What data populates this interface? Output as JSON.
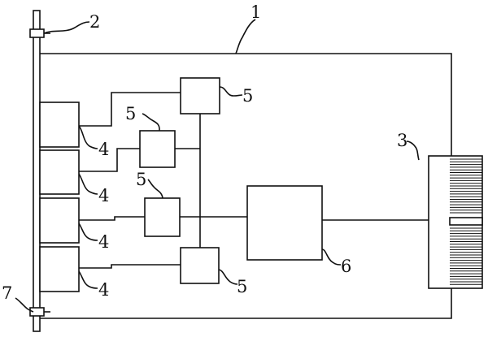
{
  "labels": {
    "board": "1",
    "top_handle": "2",
    "connector": "3",
    "module_4": "4",
    "module_5": "5",
    "main_block": "6",
    "bottom_handle": "7"
  },
  "colors": {
    "line": "#111111",
    "background": "#ffffff"
  }
}
